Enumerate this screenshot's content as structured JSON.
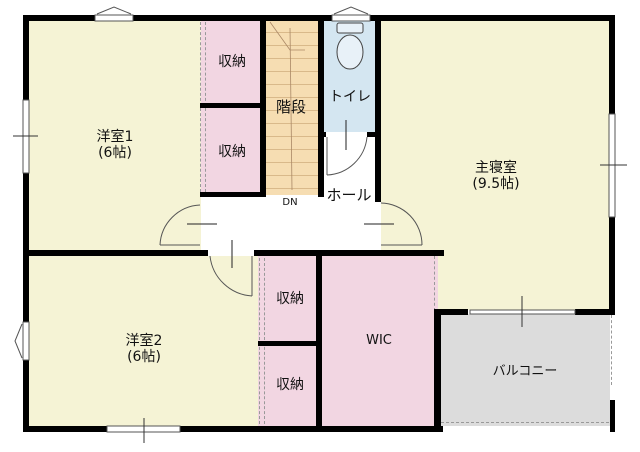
{
  "floorplan": {
    "colors": {
      "wall": "#000000",
      "bedroom": "#f5f3d5",
      "storage": "#f2d6e2",
      "stairs": "#f6ddb2",
      "toilet": "#d4e6f1",
      "hall": "#ffffff",
      "balcony": "#dcdcdc"
    },
    "rooms": {
      "western_room_1": {
        "name": "洋室1",
        "size": "(6帖)"
      },
      "western_room_2": {
        "name": "洋室2",
        "size": "(6帖)"
      },
      "master_bedroom": {
        "name": "主寝室",
        "size": "(9.5帖)"
      },
      "storage_1": {
        "name": "収納"
      },
      "storage_2": {
        "name": "収納"
      },
      "storage_3": {
        "name": "収納"
      },
      "storage_4": {
        "name": "収納"
      },
      "stairs": {
        "name": "階段",
        "direction": "DN"
      },
      "toilet": {
        "name": "トイレ"
      },
      "hall": {
        "name": "ホール"
      },
      "wic": {
        "name": "WIC"
      },
      "balcony": {
        "name": "バルコニー"
      }
    }
  }
}
